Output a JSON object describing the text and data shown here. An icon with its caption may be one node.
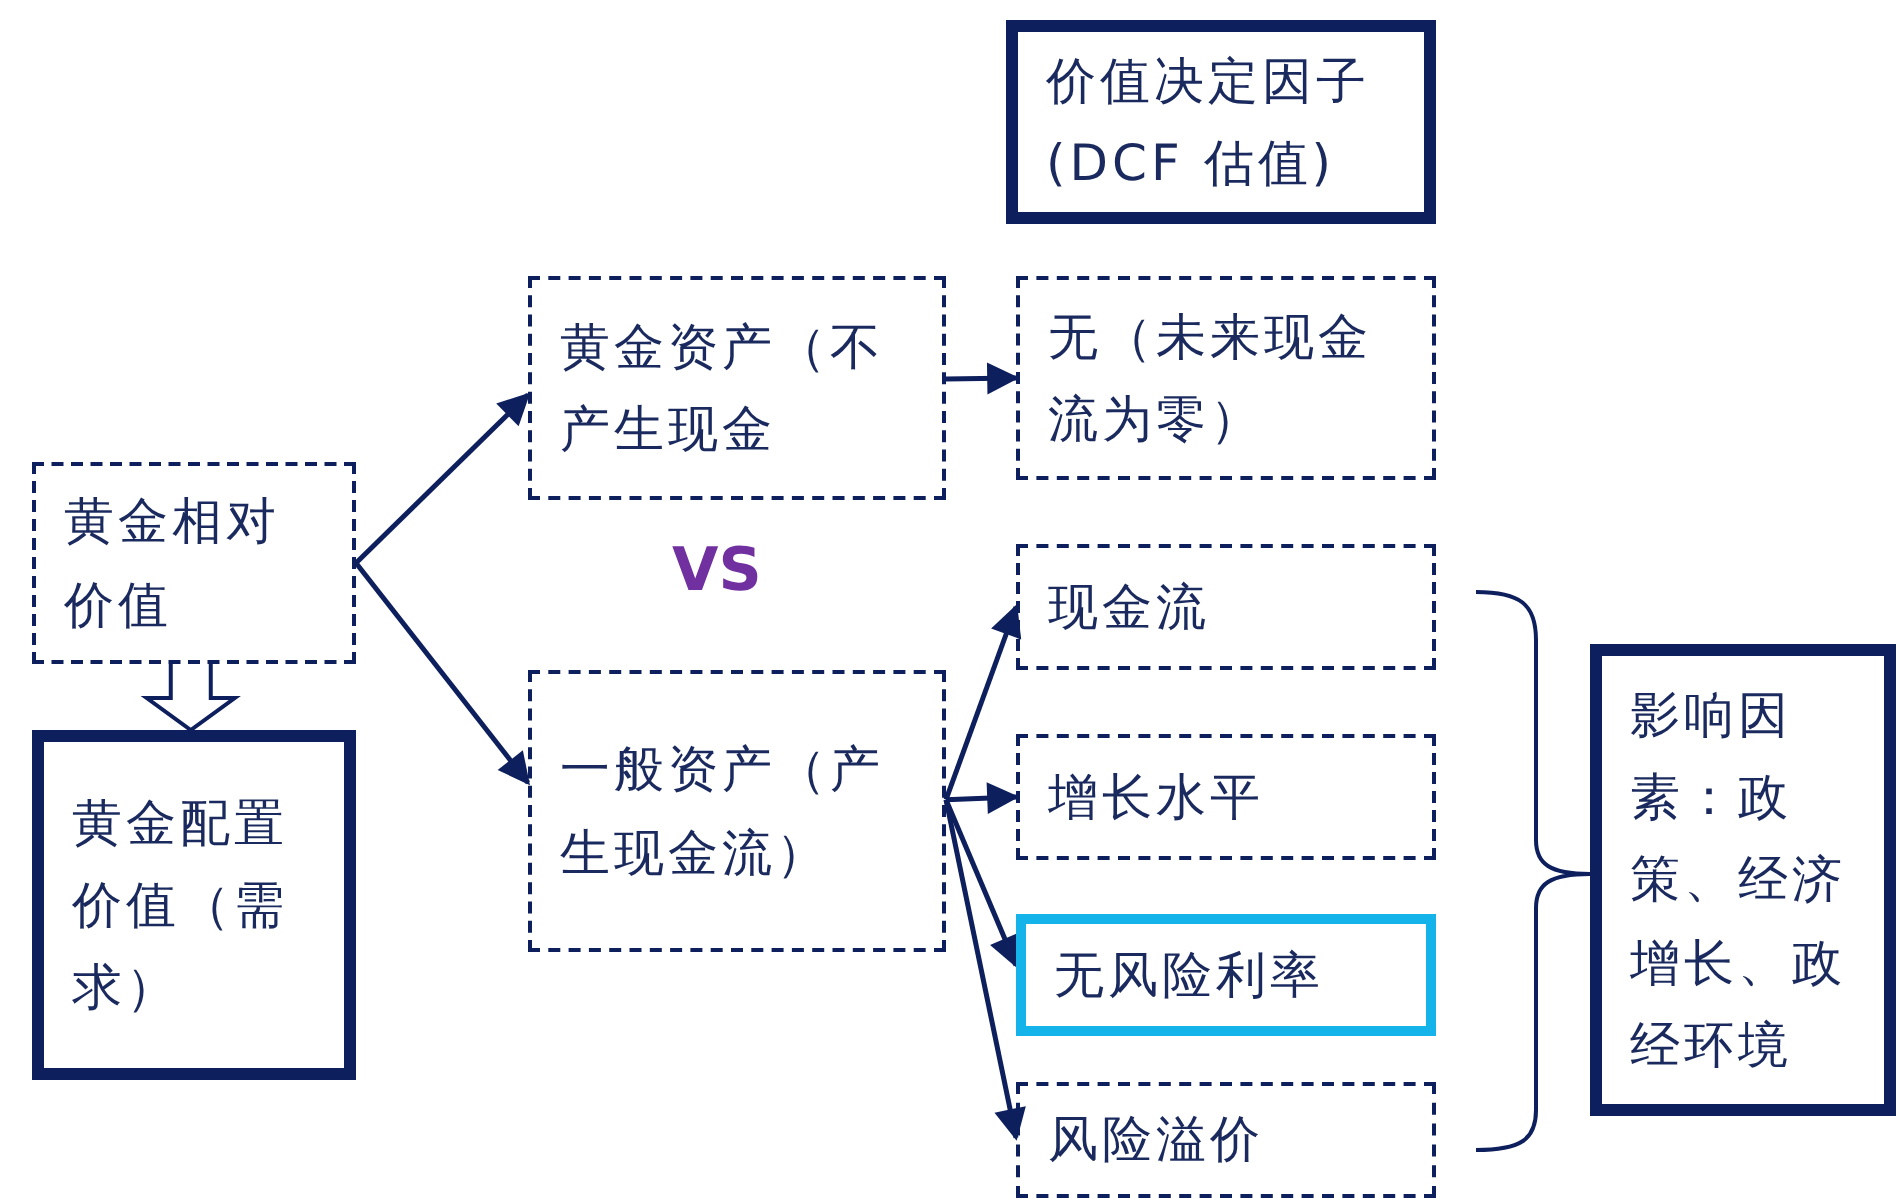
{
  "diagram": {
    "nodes": [
      {
        "text": [
          "黄金相对价值"
        ]
      },
      {
        "text": [
          "黄金配置价值（需求）"
        ]
      },
      {
        "text": [
          "黄金资产（不产生现金"
        ]
      },
      {
        "text": [
          "一般资产（产生现金流）"
        ]
      },
      {
        "text": [
          "价值决定因子(DCF 估值)"
        ]
      },
      {
        "text": [
          "无（未来现金流为零）"
        ]
      },
      {
        "text": [
          "现金流"
        ]
      },
      {
        "text": [
          "增长水平"
        ]
      },
      {
        "text": [
          "无风险利率"
        ]
      },
      {
        "text": [
          "风险溢价"
        ]
      },
      {
        "text": [
          "影响因素：政策、经济增长、政经环境"
        ]
      }
    ],
    "edges": [
      {
        "from": 0,
        "to": 1,
        "arrow": "to",
        "style": "thick"
      },
      {
        "from": 0,
        "to": 2,
        "arrow": "to"
      },
      {
        "from": 0,
        "to": 3,
        "arrow": "to"
      },
      {
        "from": 2,
        "to": 5,
        "arrow": "to"
      },
      {
        "from": 3,
        "to": 6,
        "arrow": "to"
      },
      {
        "from": 3,
        "to": 7,
        "arrow": "to"
      },
      {
        "from": 3,
        "to": 8,
        "arrow": "to"
      },
      {
        "from": 3,
        "to": 9,
        "arrow": "to"
      }
    ],
    "labels": [
      "VS"
    ]
  }
}
